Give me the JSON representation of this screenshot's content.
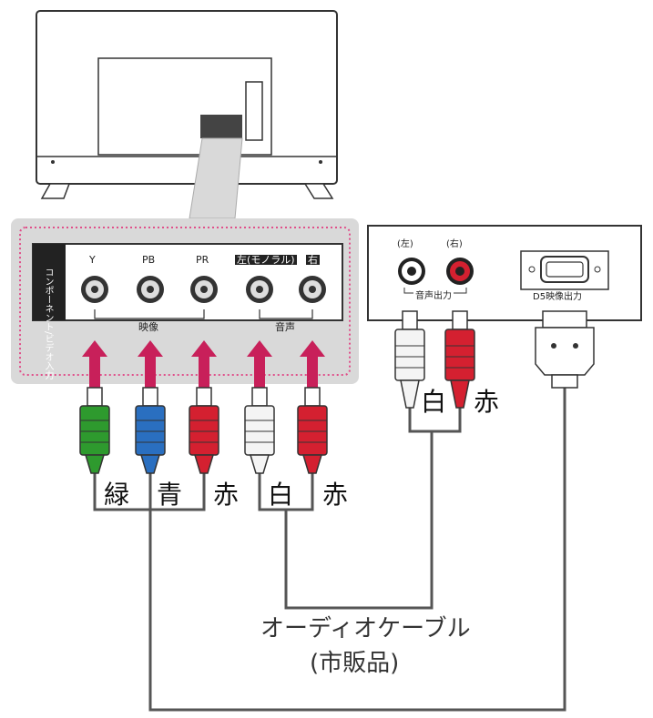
{
  "tv_panel": {
    "title": "コンポーネント/ビデオ入力",
    "ports": [
      {
        "label": "Y",
        "highlight": false
      },
      {
        "label": "PB",
        "highlight": false
      },
      {
        "label": "PR",
        "highlight": false
      },
      {
        "label": "左(モノラル)",
        "highlight": true
      },
      {
        "label": "右",
        "highlight": true
      }
    ],
    "video_group": "映像",
    "audio_group": "音声"
  },
  "source_device": {
    "left_label": "(左)",
    "right_label": "(右)",
    "audio_out": "音声出力",
    "d5_out": "D5映像出力"
  },
  "plugs_tv": [
    {
      "color_name": "緑",
      "color": "#2e9a2e"
    },
    {
      "color_name": "青",
      "color": "#2a6fc0"
    },
    {
      "color_name": "赤",
      "color": "#d42030"
    },
    {
      "color_name": "白",
      "color": "#f4f4f4"
    },
    {
      "color_name": "赤",
      "color": "#d42030"
    }
  ],
  "plugs_source": [
    {
      "color_name": "白",
      "color": "#f4f4f4"
    },
    {
      "color_name": "赤",
      "color": "#d42030"
    }
  ],
  "cable": {
    "name": "オーディオケーブル",
    "note": "(市販品)"
  },
  "colors": {
    "panel_bg": "#d9d9d9",
    "dotted_border": "#e0508a",
    "arrow": "#c8205a",
    "line": "#555555"
  }
}
